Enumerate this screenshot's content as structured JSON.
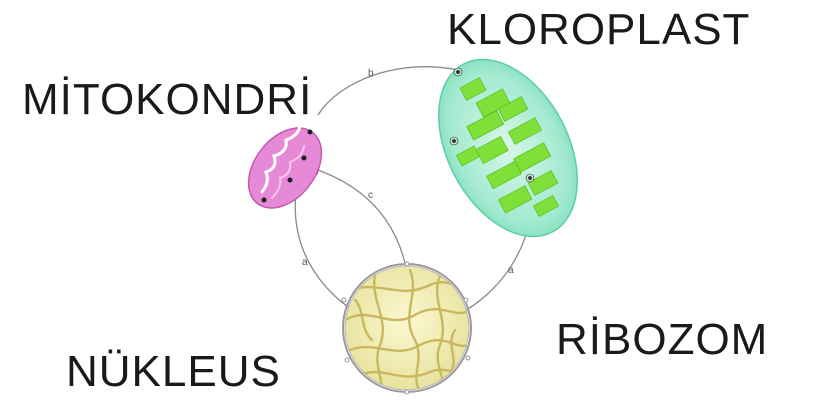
{
  "labels": {
    "kloroplast": "KLOROPLAST",
    "mitokondri": "MİTOKONDRİ",
    "ribozom": "RİBOZOM",
    "nukleus": "NÜKLEUS"
  },
  "arc_letters": {
    "top": "b",
    "middle": "c",
    "left": "a",
    "right": "a"
  },
  "colors": {
    "chloroplast_fill": "#9be8c4",
    "thylakoid_green": "#7fe03a",
    "mitochondrion_fill": "#e68ad8",
    "nucleus_fill": "#f2efb0",
    "nucleus_strands": "#c9b860",
    "arrow": "#8a8a8a"
  }
}
